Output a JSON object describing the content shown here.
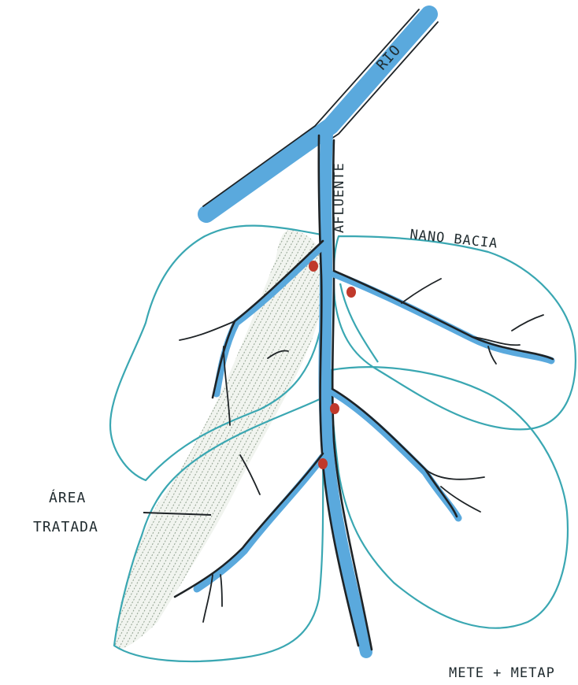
{
  "labels": {
    "river": "RIO",
    "tributary": "AFLUENTE",
    "basin": "NANO BACIA",
    "area_line1": "ÁREA",
    "area_line2": "TRATADA",
    "signature": "METE + METAP"
  },
  "colors": {
    "river": "#5aa9dd",
    "basin_outline": "#3aa7b2",
    "ink": "#1e2326",
    "marker": "#c0392b",
    "hatch": "#8fa08e"
  },
  "markers": {
    "count": 4
  }
}
